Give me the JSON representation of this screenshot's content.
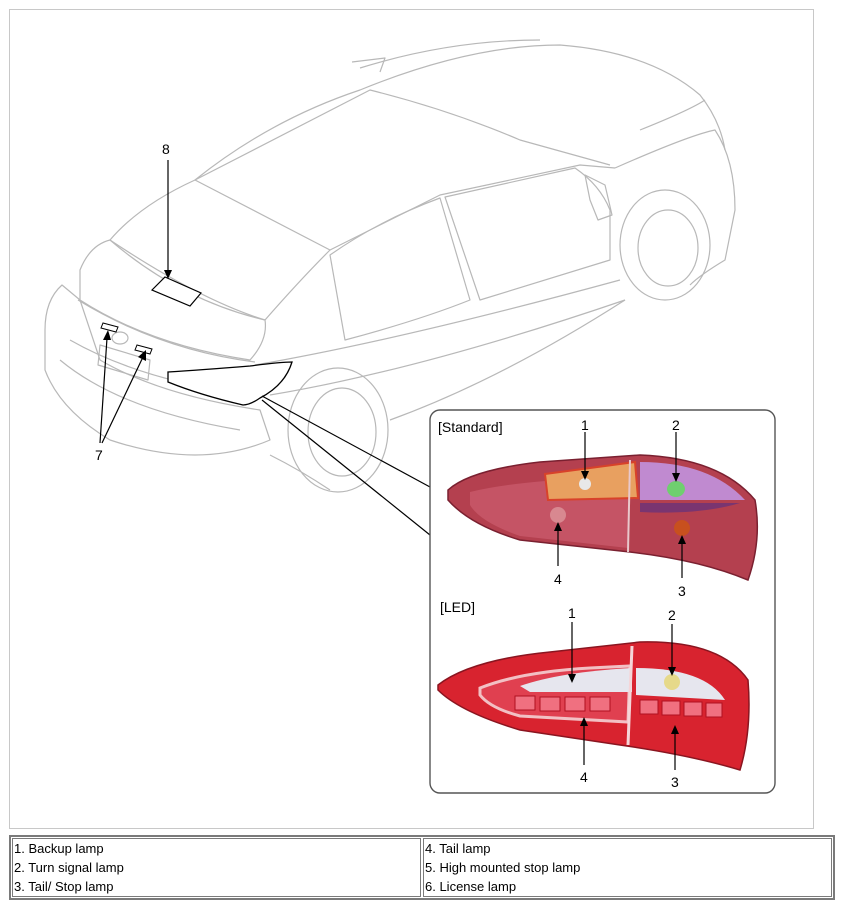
{
  "callouts": {
    "c1": "1",
    "c2": "2",
    "c3": "3",
    "c4": "4",
    "c7": "7",
    "c8": "8"
  },
  "variants": {
    "standard": "[Standard]",
    "led": "[LED]"
  },
  "legend": {
    "left": [
      "1. Backup lamp",
      "2. Turn signal lamp",
      "3. Tail/ Stop lamp"
    ],
    "right": [
      "4. Tail lamp",
      "5. High mounted stop lamp",
      "6. License lamp"
    ]
  },
  "colors": {
    "lamp_red": "#b4404f",
    "lamp_bright_red": "#d8232f",
    "backup_amber": "#e8a060",
    "turn_purple": "#c08ad0",
    "bulb_green": "#6fcf6f",
    "bulb_orange": "#c8501e",
    "led_bulb": "#e6d98a",
    "line": "#b8b8b8"
  }
}
